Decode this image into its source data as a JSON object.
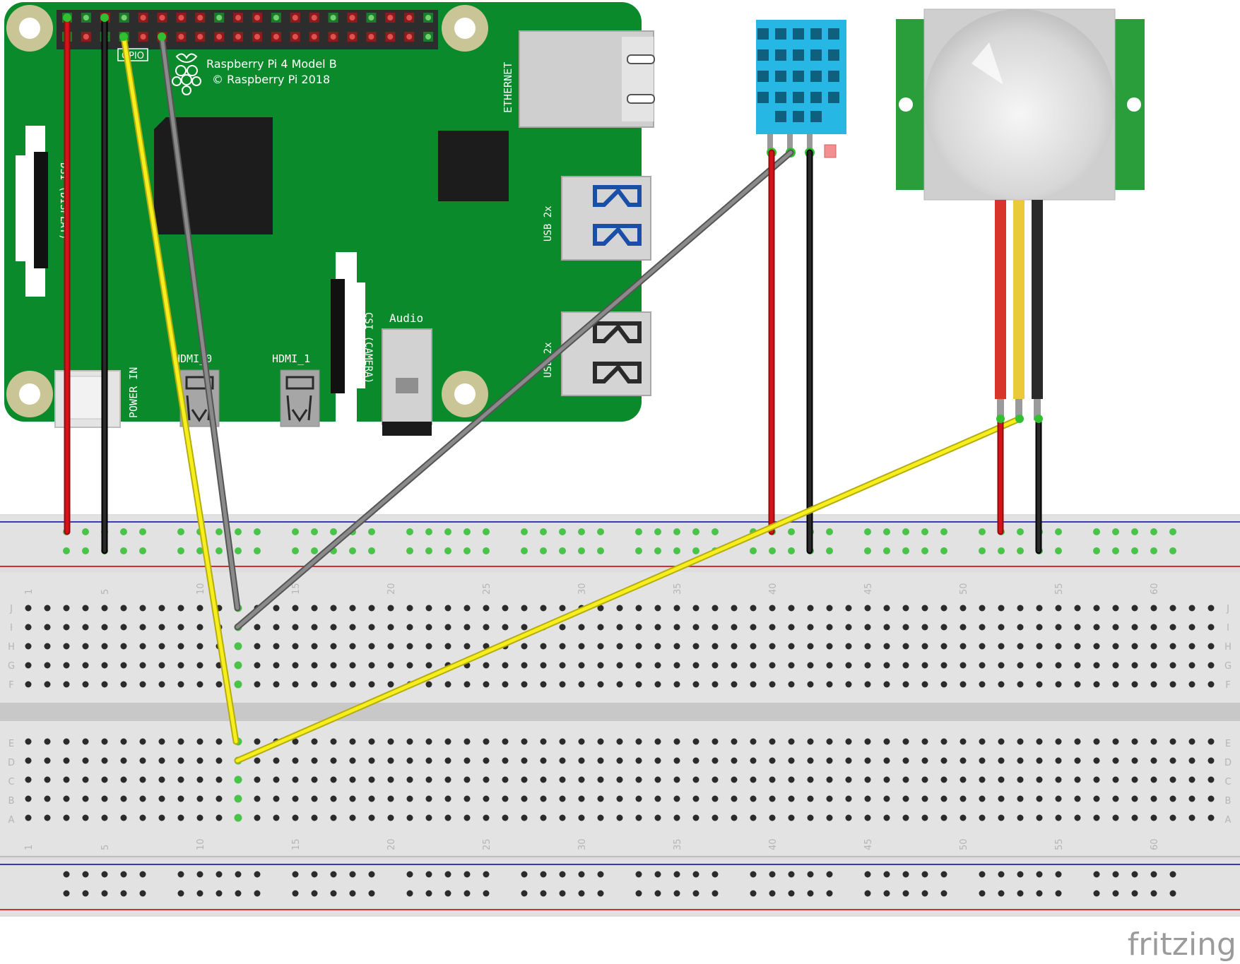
{
  "pi": {
    "model": "Raspberry Pi 4 Model B",
    "copyright": "© Raspberry Pi 2018",
    "gpio": "GPIO",
    "ethernet": "ETHERNET",
    "usb_top": "USB 2x",
    "usb_bottom": "USB 2x",
    "audio": "Audio",
    "csi": "CSI (CAMERA)",
    "dsi": "DSI (DISPLAY)",
    "hdmi0": "HDMI_0",
    "hdmi1": "HDMI_1",
    "power_in": "POWER IN"
  },
  "breadboard": {
    "row_letters_top": [
      "J",
      "I",
      "H",
      "G",
      "F"
    ],
    "row_letters_bottom": [
      "E",
      "D",
      "C",
      "B",
      "A"
    ],
    "column_numbers": [
      "1",
      "5",
      "10",
      "15",
      "20",
      "25",
      "30",
      "35",
      "40",
      "45",
      "50",
      "55",
      "60"
    ]
  },
  "watermark": "fritzing",
  "colors": {
    "pcb": "#0b8a2b",
    "red_wire": "#d4131b",
    "black_wire": "#1a1a1a",
    "yellow_wire": "#f7ee1e",
    "gray_wire": "#7a7a7a",
    "dht_body": "#27b7e5",
    "pir_pcb": "#2a9e3a"
  }
}
